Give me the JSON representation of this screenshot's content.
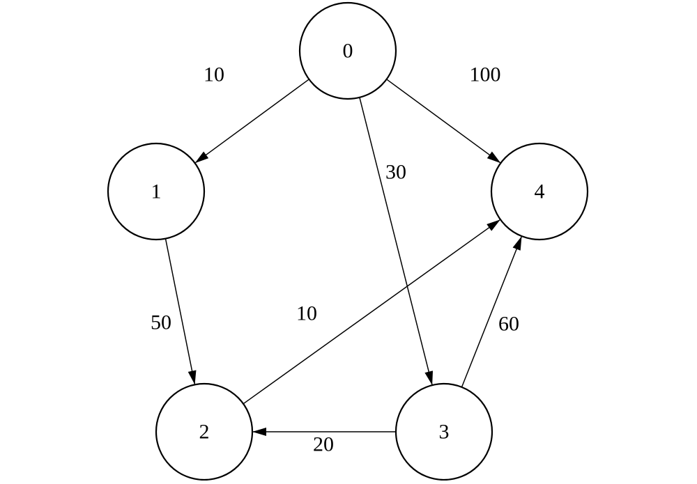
{
  "graph": {
    "directed": true,
    "nodes": [
      {
        "id": "0",
        "label": "0"
      },
      {
        "id": "1",
        "label": "1"
      },
      {
        "id": "2",
        "label": "2"
      },
      {
        "id": "3",
        "label": "3"
      },
      {
        "id": "4",
        "label": "4"
      }
    ],
    "edges": [
      {
        "from": "0",
        "to": "1",
        "weight": "10"
      },
      {
        "from": "0",
        "to": "4",
        "weight": "100"
      },
      {
        "from": "0",
        "to": "3",
        "weight": "30"
      },
      {
        "from": "1",
        "to": "2",
        "weight": "50"
      },
      {
        "from": "2",
        "to": "4",
        "weight": "10"
      },
      {
        "from": "3",
        "to": "4",
        "weight": "60"
      },
      {
        "from": "3",
        "to": "2",
        "weight": "20"
      }
    ]
  },
  "colors": {
    "stroke": "#000000",
    "background": "#ffffff"
  }
}
